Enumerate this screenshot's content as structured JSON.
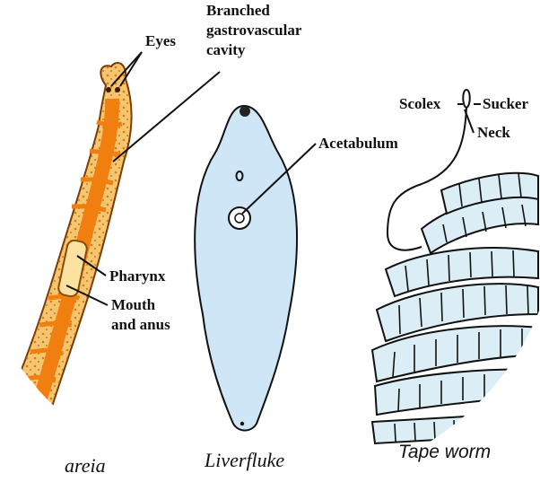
{
  "planaria": {
    "labels": {
      "eyes": "Eyes",
      "branched_1": "Branched",
      "branched_2": "gastrovascular",
      "branched_3": "cavity",
      "pharynx": "Pharynx",
      "mouth_1": "Mouth",
      "mouth_2": "and anus"
    },
    "caption": "areia",
    "body_color": "#f28b1e",
    "body_fill": "#f5c16c"
  },
  "liverfluke": {
    "labels": {
      "acetabulum": "Acetabulum"
    },
    "caption": "Liverfluke",
    "body_color": "#cfe6f7"
  },
  "tapeworm": {
    "labels": {
      "scolex": "Scolex",
      "sucker": "Sucker",
      "neck": "Neck"
    },
    "caption": "Tape worm",
    "body_color": "#dbeef6"
  }
}
